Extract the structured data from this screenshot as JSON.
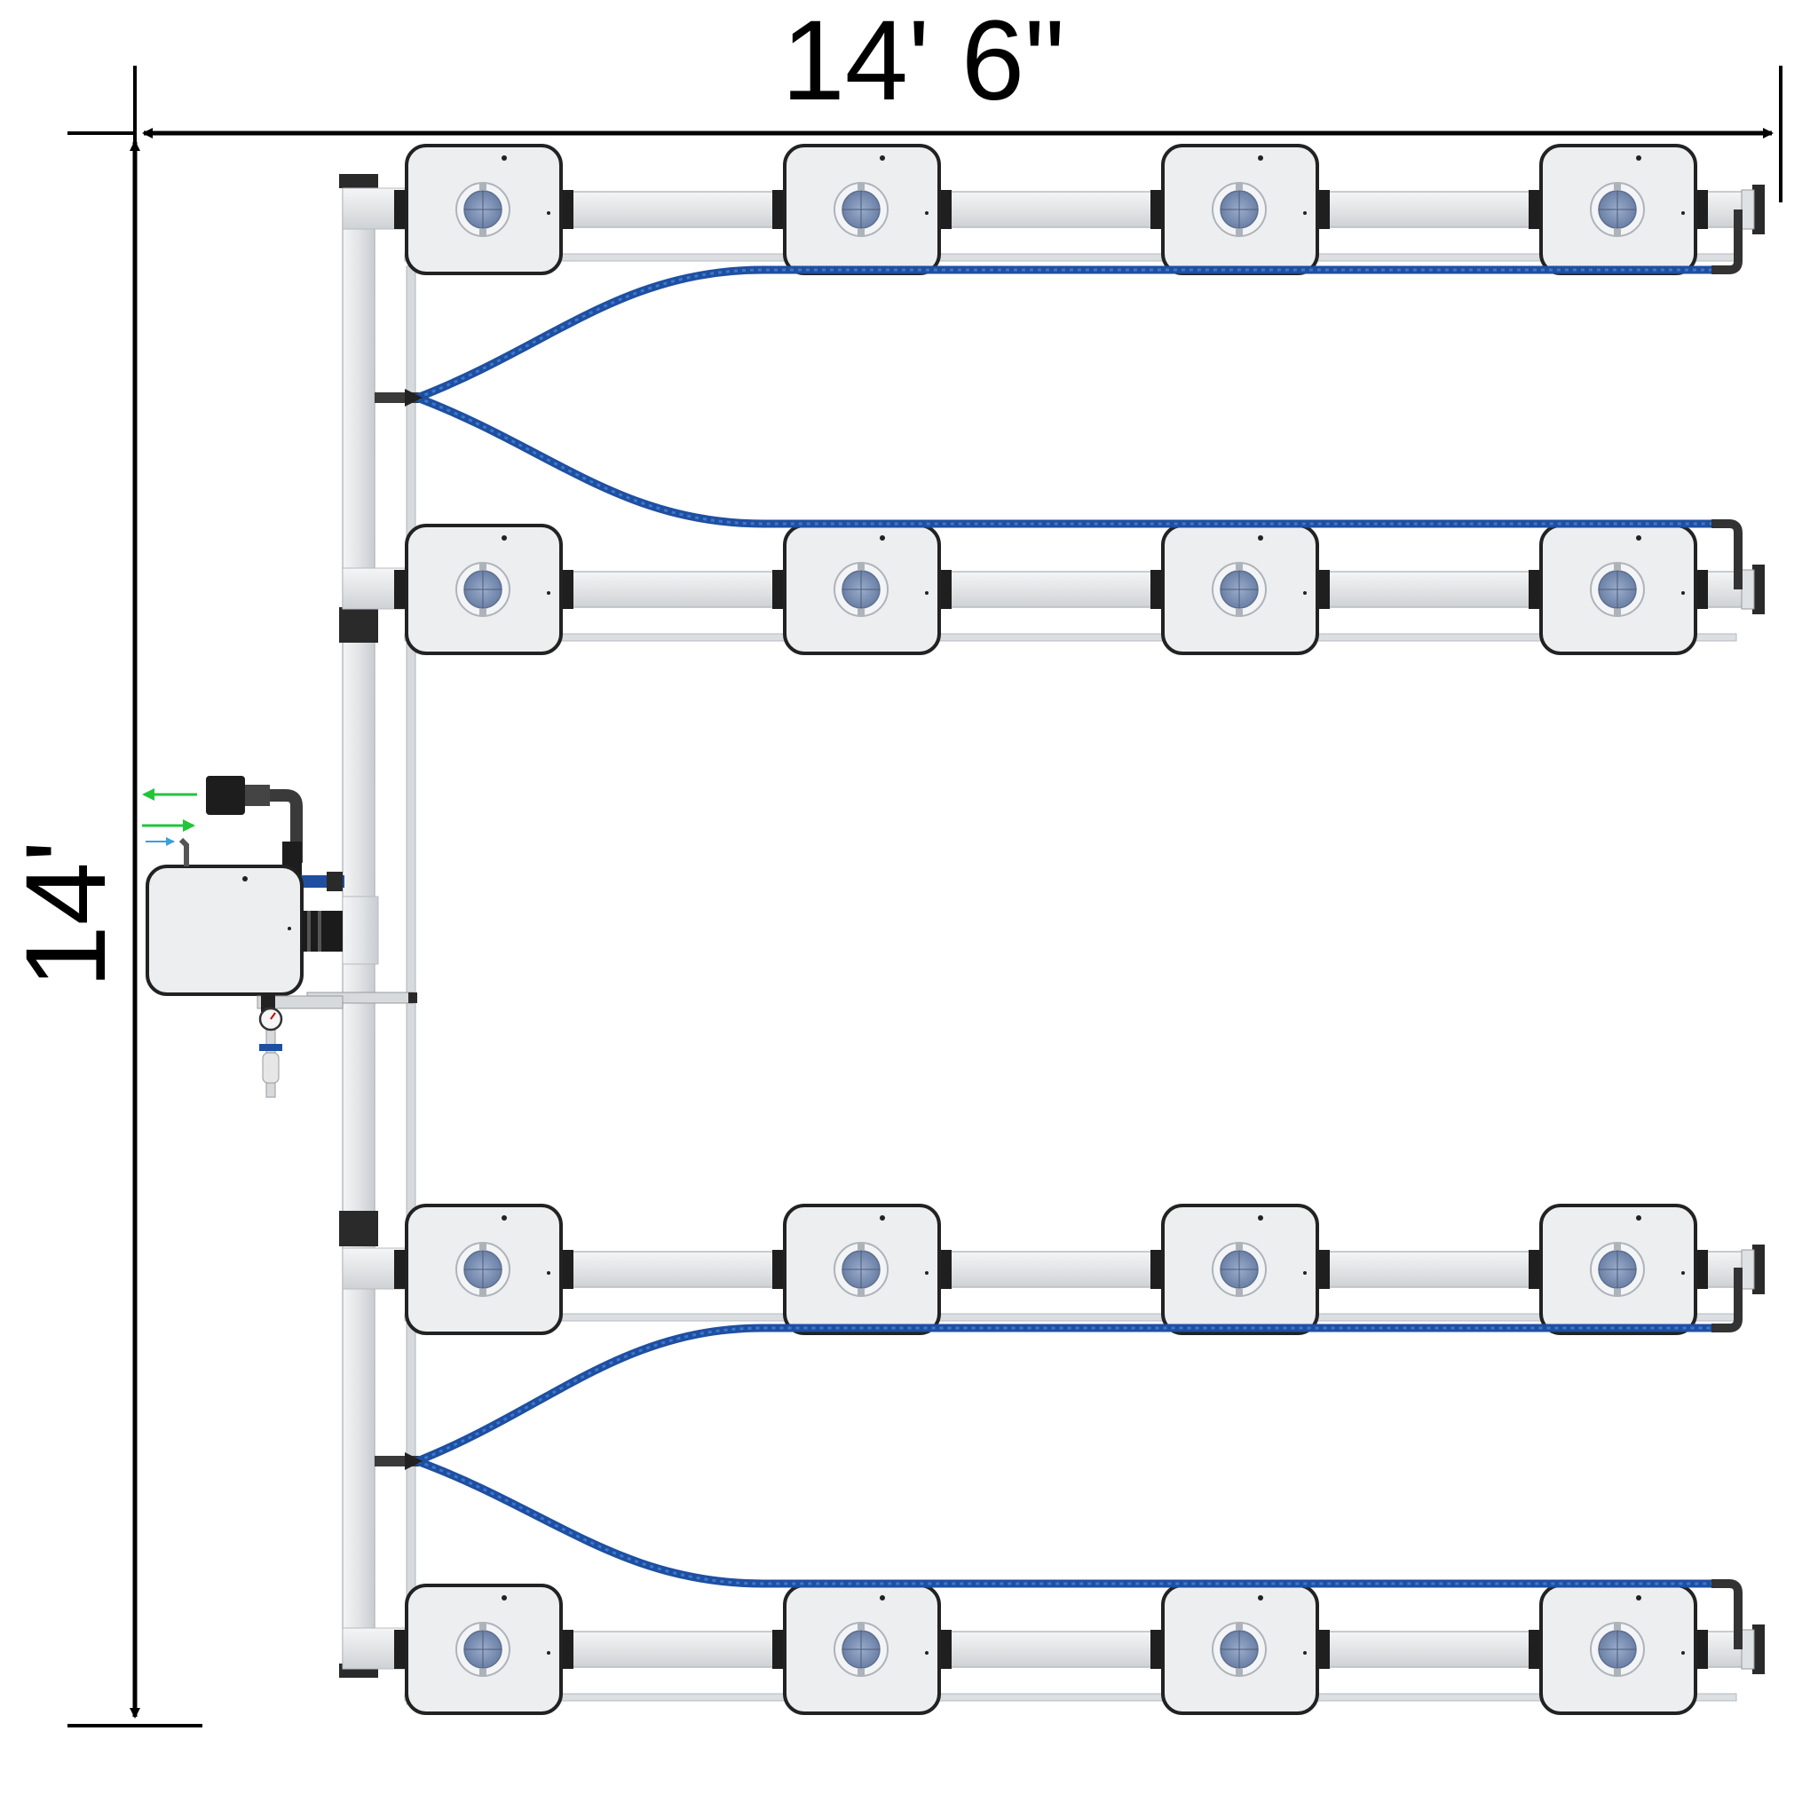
{
  "dimensions": {
    "width_label": "14' 6\"",
    "height_label": "14'"
  },
  "layout": {
    "rows": 4,
    "buckets_per_row": 4,
    "control_bucket": 1
  },
  "flow_arrows": [
    {
      "direction": "left",
      "color": "#22c43a"
    },
    {
      "direction": "right",
      "color": "#22c43a"
    },
    {
      "direction": "right",
      "color": "#3aa0d8"
    }
  ],
  "colors": {
    "hose": "#1f4fa0",
    "hose_highlight": "#3a78cf",
    "pipe": "#e4e6e8",
    "bucket": "#eceef0",
    "bucket_outline": "#222222",
    "lid": "#7f93b5"
  },
  "icons": [
    "pressure-gauge-icon",
    "ball-valve-icon",
    "pump-icon",
    "elbow-fitting-icon"
  ]
}
